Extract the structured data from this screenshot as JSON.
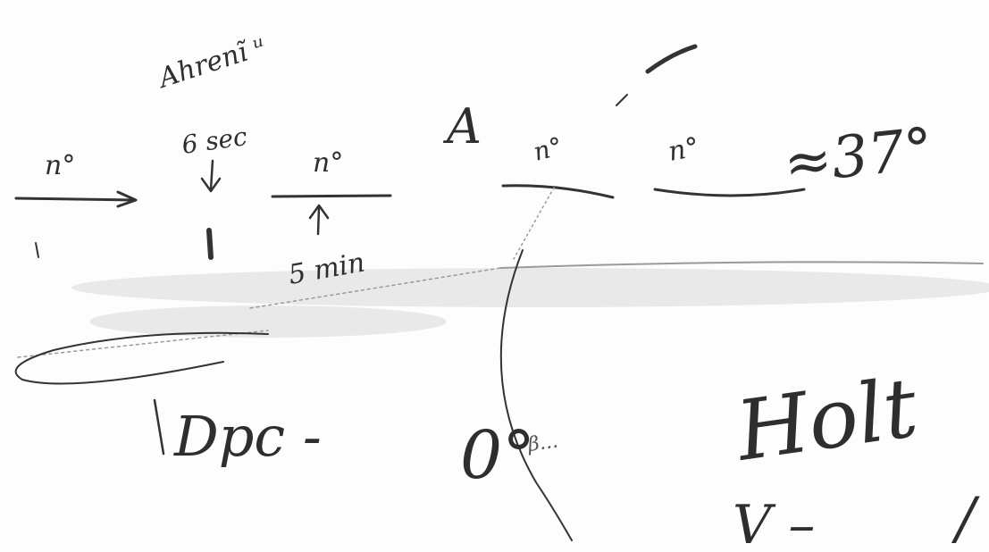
{
  "notes": {
    "apparatus_word": "Ahrenĩ ᵘ",
    "six_label": "6 sec",
    "five_label": "5 min",
    "letter_a": "A",
    "temperature": "≈37°",
    "zero_mark": "0°",
    "pre_label": "Dpc -",
    "small_mark": "/",
    "tiny_word": "β...",
    "bottom_word": "Holt",
    "bottom_marks": "V –"
  },
  "segments": [
    "n°",
    "n°",
    "n°",
    "n°"
  ]
}
